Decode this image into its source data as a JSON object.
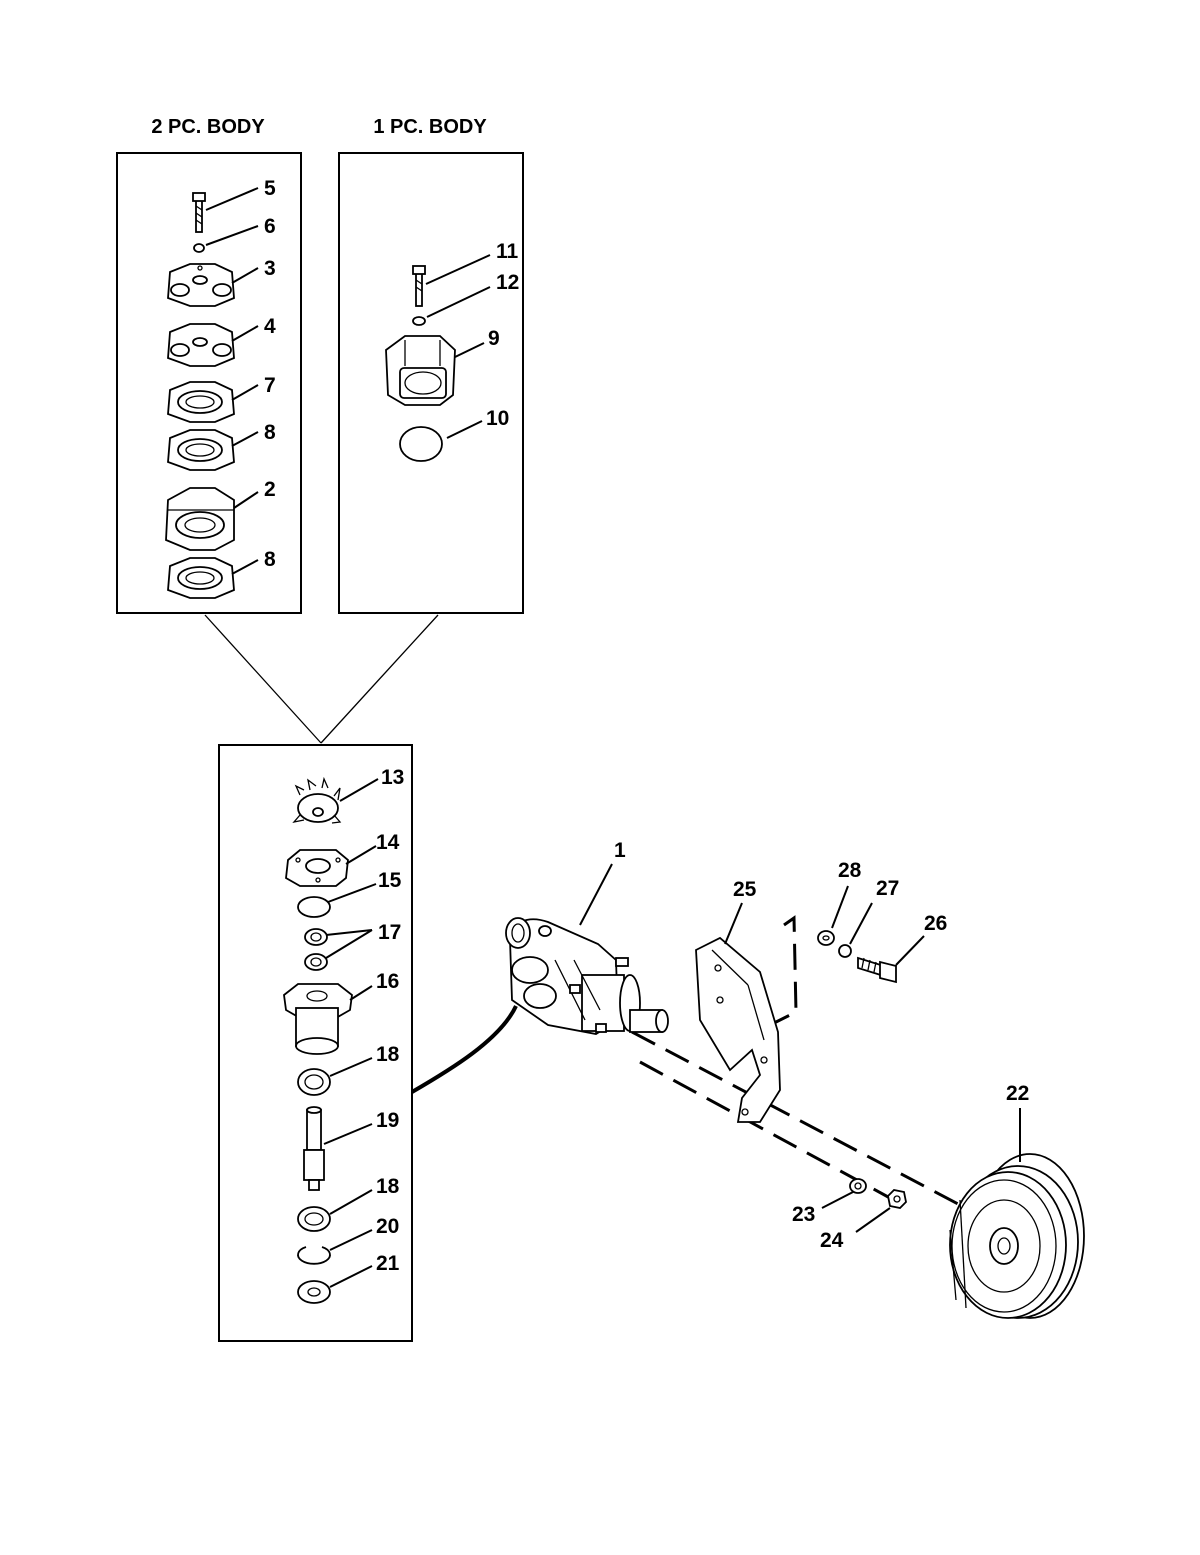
{
  "headers": {
    "two_pc_body": "2 PC. BODY",
    "one_pc_body": "1 PC. BODY"
  },
  "callouts": {
    "c1": "1",
    "c2": "2",
    "c3": "3",
    "c4": "4",
    "c5": "5",
    "c6": "6",
    "c7": "7",
    "c8a": "8",
    "c8b": "8",
    "c9": "9",
    "c10": "10",
    "c11": "11",
    "c12": "12",
    "c13": "13",
    "c14": "14",
    "c15": "15",
    "c16": "16",
    "c17": "17",
    "c18a": "18",
    "c18b": "18",
    "c19": "19",
    "c20": "20",
    "c21": "21",
    "c22": "22",
    "c23": "23",
    "c24": "24",
    "c25": "25",
    "c26": "26",
    "c27": "27",
    "c28": "28"
  }
}
